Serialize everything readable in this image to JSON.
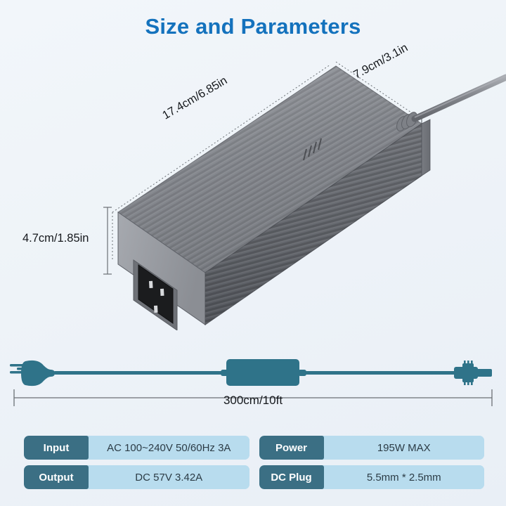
{
  "header": {
    "title": "Size and Parameters"
  },
  "product": {
    "dimensions": {
      "length": "17.4cm/6.85in",
      "depth": "7.9cm/3.1in",
      "height": "4.7cm/1.85in"
    },
    "cable": {
      "length": "300cm/10ft"
    }
  },
  "colors": {
    "title": "#1472bd",
    "key_cell": "#3b6f84",
    "value_cell": "#b8dcee",
    "cable_teal": "#2f7389",
    "body_grey": "#8d9096",
    "body_dark": "#55585e"
  },
  "specs": {
    "rows": [
      {
        "key": "Input",
        "value": "AC 100~240V 50/60Hz 3A"
      },
      {
        "key": "Power",
        "value": "195W MAX"
      },
      {
        "key": "Output",
        "value": "DC 57V 3.42A"
      },
      {
        "key": "DC Plug",
        "value": "5.5mm * 2.5mm"
      }
    ]
  }
}
